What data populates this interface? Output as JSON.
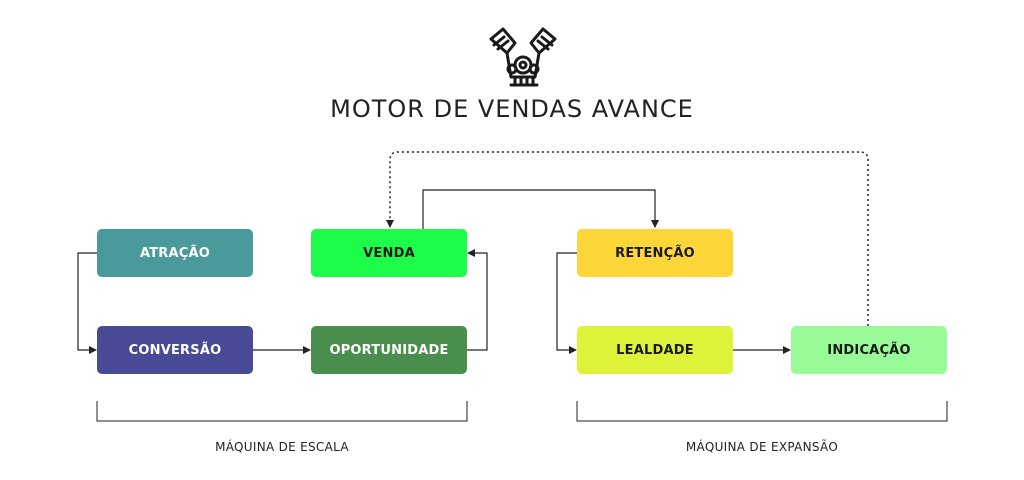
{
  "title": "MOTOR DE VENDAS AVANCE",
  "logo_icon": "engine-icon",
  "nodes": {
    "atracao": {
      "label": "ATRAÇÃO",
      "color": "#4a9a9c",
      "text_color": "#ffffff"
    },
    "conversao": {
      "label": "CONVERSÃO",
      "color": "#484a96",
      "text_color": "#ffffff"
    },
    "venda": {
      "label": "VENDA",
      "color": "#1efc4a",
      "text_color": "#1a1a1a"
    },
    "oportunidade": {
      "label": "OPORTUNIDADE",
      "color": "#4a8e4e",
      "text_color": "#ffffff"
    },
    "retencao": {
      "label": "RETENÇÃO",
      "color": "#fdd73a",
      "text_color": "#1a1a1a"
    },
    "lealdade": {
      "label": "LEALDADE",
      "color": "#dff23a",
      "text_color": "#1a1a1a"
    },
    "indicacao": {
      "label": "INDICAÇÃO",
      "color": "#98fb98",
      "text_color": "#1a1a1a"
    }
  },
  "groups": {
    "escala": {
      "label": "MÁQUINA DE ESCALA"
    },
    "expansao": {
      "label": "MÁQUINA DE EXPANSÃO"
    }
  }
}
